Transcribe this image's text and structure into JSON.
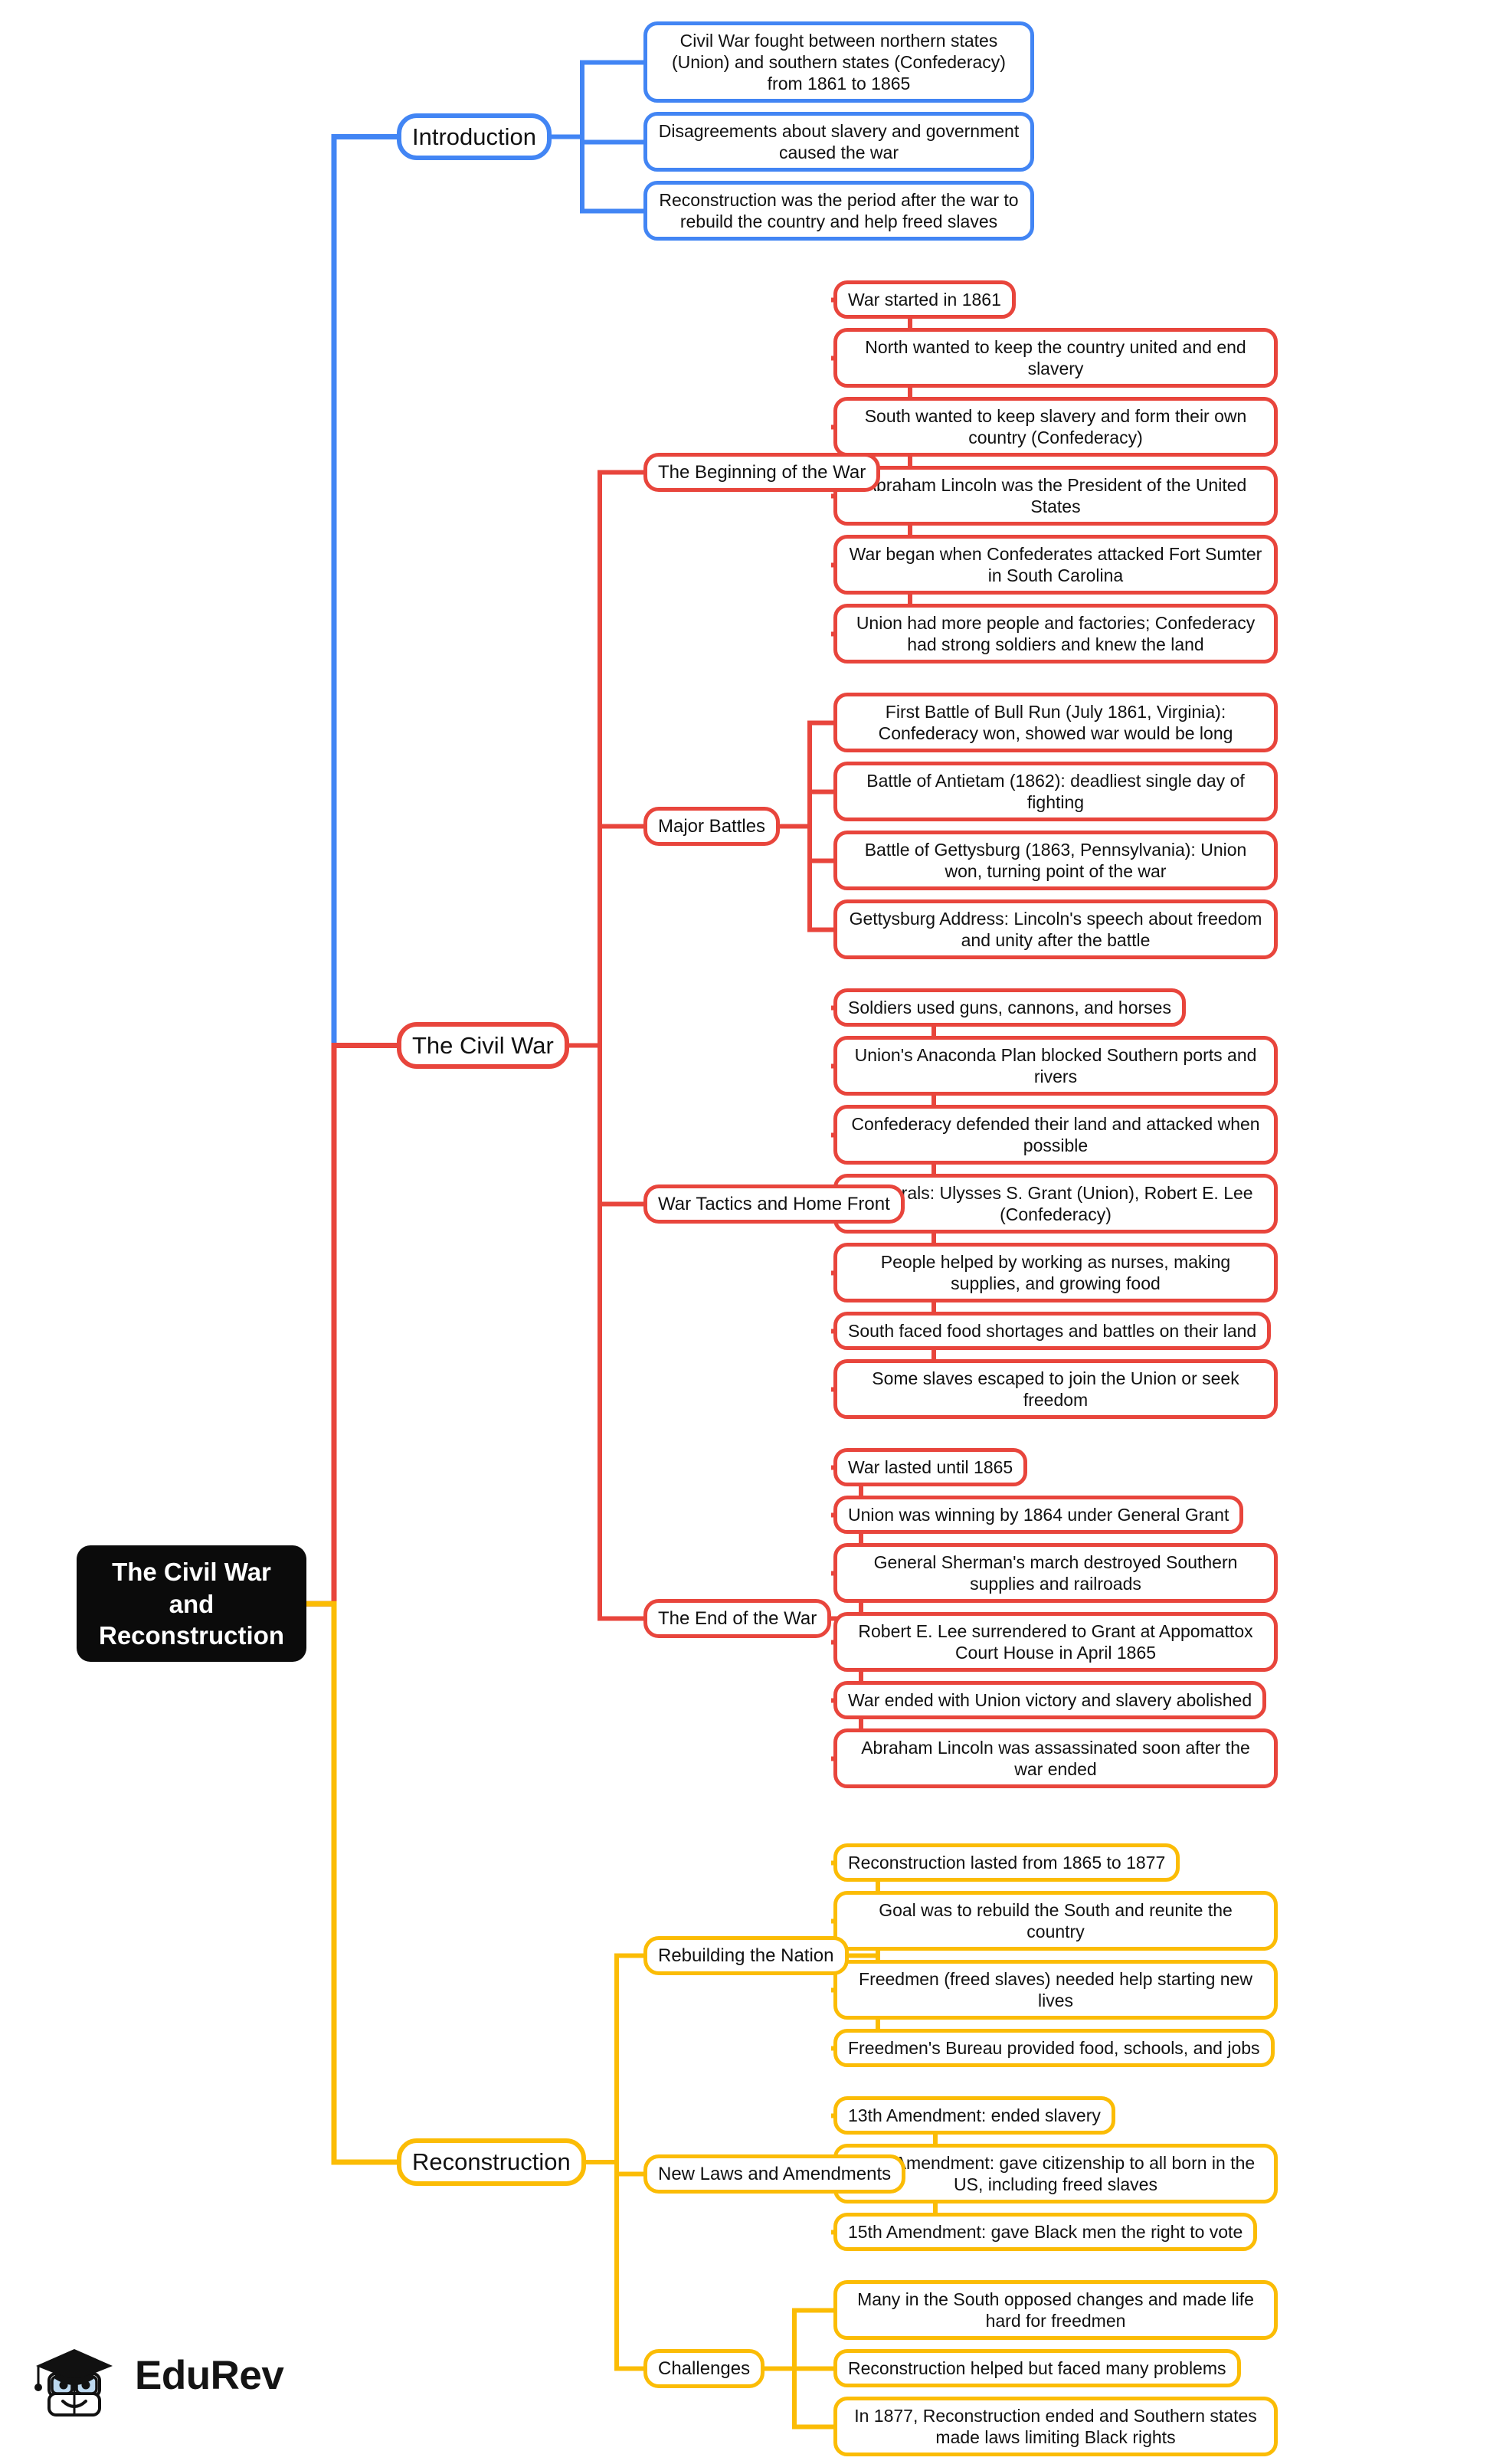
{
  "root": {
    "label": "The Civil War and Reconstruction",
    "color": "#0b0b0b"
  },
  "colors": {
    "blue": "#4285f4",
    "red": "#e8453c",
    "amber": "#fbbc05",
    "root_bg": "#0b0b0b",
    "text": "#111111",
    "canvas": "#ffffff"
  },
  "branches": [
    {
      "label": "Introduction",
      "color": "#4285f4",
      "children": [
        {
          "label": "Civil War fought between northern states (Union) and southern states (Confederacy) from 1861 to 1865",
          "leaves": []
        },
        {
          "label": "Disagreements about slavery and government caused the war",
          "leaves": []
        },
        {
          "label": "Reconstruction was the period after the war to rebuild the country and help freed slaves",
          "leaves": []
        }
      ]
    },
    {
      "label": "The Civil War",
      "color": "#e8453c",
      "children": [
        {
          "label": "The Beginning of the War",
          "leaves": [
            "War started in 1861",
            "North wanted to keep the country united and end slavery",
            "South wanted to keep slavery and form their own country (Confederacy)",
            "Abraham Lincoln was the President of the United States",
            "War began when Confederates attacked Fort Sumter in South Carolina",
            "Union had more people and factories; Confederacy had strong soldiers and knew the land"
          ]
        },
        {
          "label": "Major Battles",
          "leaves": [
            "First Battle of Bull Run (July 1861, Virginia): Confederacy won, showed war would be long",
            "Battle of Antietam (1862): deadliest single day of fighting",
            "Battle of Gettysburg (1863, Pennsylvania): Union won, turning point of the war",
            "Gettysburg Address: Lincoln's speech about freedom and unity after the battle"
          ]
        },
        {
          "label": "War Tactics and Home Front",
          "leaves": [
            "Soldiers used guns, cannons, and horses",
            "Union's Anaconda Plan blocked Southern ports and rivers",
            "Confederacy defended their land and attacked when possible",
            "Generals: Ulysses S. Grant (Union), Robert E. Lee (Confederacy)",
            "People helped by working as nurses, making supplies, and growing food",
            "South faced food shortages and battles on their land",
            "Some slaves escaped to join the Union or seek freedom"
          ]
        },
        {
          "label": "The End of the War",
          "leaves": [
            "War lasted until 1865",
            "Union was winning by 1864 under General Grant",
            "General Sherman's march destroyed Southern supplies and railroads",
            "Robert E. Lee surrendered to Grant at Appomattox Court House in April 1865",
            "War ended with Union victory and slavery abolished",
            "Abraham Lincoln was assassinated soon after the war ended"
          ]
        }
      ]
    },
    {
      "label": "Reconstruction",
      "color": "#fbbc05",
      "children": [
        {
          "label": "Rebuilding the Nation",
          "leaves": [
            "Reconstruction lasted from 1865 to 1877",
            "Goal was to rebuild the South and reunite the country",
            "Freedmen (freed slaves) needed help starting new lives",
            "Freedmen's Bureau provided food, schools, and jobs"
          ]
        },
        {
          "label": "New Laws and Amendments",
          "leaves": [
            "13th Amendment: ended slavery",
            "14th Amendment: gave citizenship to all born in the US, including freed slaves",
            "15th Amendment: gave Black men the right to vote"
          ]
        },
        {
          "label": "Challenges",
          "leaves": [
            "Many in the South opposed changes and made life hard for freedmen",
            "Reconstruction helped but faced many problems",
            "In 1877, Reconstruction ended and Southern states made laws limiting Black rights"
          ]
        }
      ]
    }
  ],
  "logo": {
    "text": "EduRev",
    "icon": "graduation-cap-mascot-icon"
  }
}
